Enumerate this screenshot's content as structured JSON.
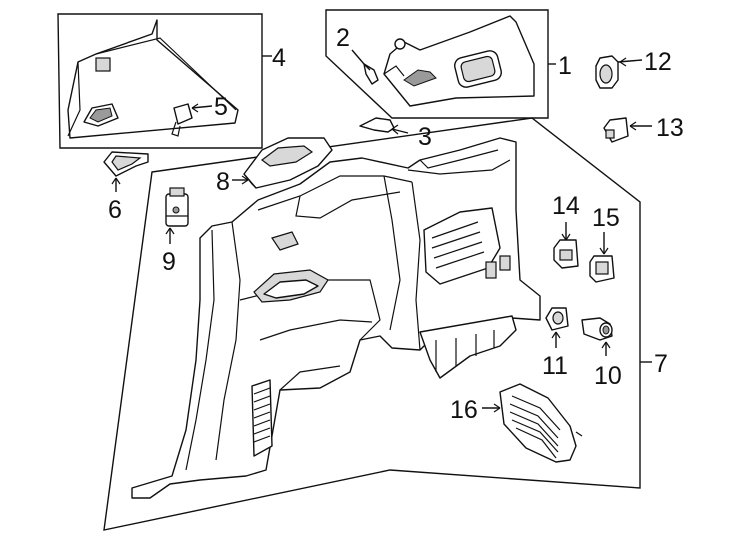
{
  "diagram": {
    "callouts": [
      {
        "id": "c1",
        "text": "1"
      },
      {
        "id": "c2",
        "text": "2"
      },
      {
        "id": "c3",
        "text": "3"
      },
      {
        "id": "c4",
        "text": "4"
      },
      {
        "id": "c5",
        "text": "5"
      },
      {
        "id": "c6",
        "text": "6"
      },
      {
        "id": "c7",
        "text": "7"
      },
      {
        "id": "c8",
        "text": "8"
      },
      {
        "id": "c9",
        "text": "9"
      },
      {
        "id": "c10",
        "text": "10"
      },
      {
        "id": "c11",
        "text": "11"
      },
      {
        "id": "c12",
        "text": "12"
      },
      {
        "id": "c13",
        "text": "13"
      },
      {
        "id": "c14",
        "text": "14"
      },
      {
        "id": "c15",
        "text": "15"
      },
      {
        "id": "c16",
        "text": "16"
      }
    ],
    "line_color": "#111111",
    "shade_color": "#d8d8d8"
  }
}
